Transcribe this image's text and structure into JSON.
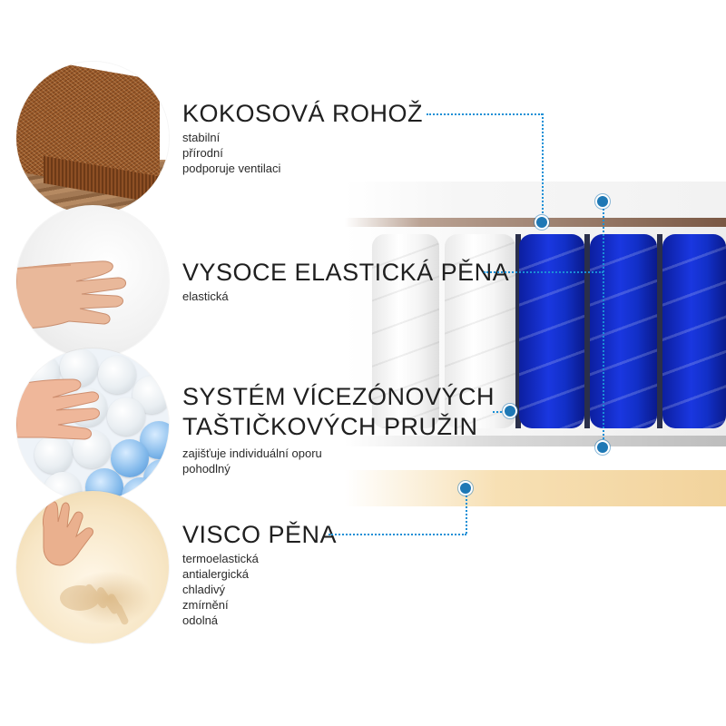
{
  "layers": [
    {
      "title": "KOKOSOVÁ ROHOŽ",
      "features": [
        "stabilní",
        "přírodní",
        "podporuje ventilaci"
      ],
      "icon": "coconut-mat-photo"
    },
    {
      "title": "VYSOCE ELASTICKÁ PĚNA",
      "features": [
        "elastická"
      ],
      "icon": "hand-pressing-foam-photo"
    },
    {
      "title_line1": "SYSTÉM VÍCEZÓNOVÝCH",
      "title_line2": "TAŠTIČKOVÝCH PRUŽIN",
      "features": [
        "zajišťuje individuální oporu",
        "pohodlný"
      ],
      "icon": "hand-on-pocket-springs-photo"
    },
    {
      "title": "VISCO PĚNA",
      "features": [
        "termoelastická",
        "antialergická",
        "chladivý",
        "zmírnění",
        "odolná"
      ],
      "icon": "hand-print-visco-photo"
    }
  ],
  "colors": {
    "connector": "#1a8fd6",
    "dot": "#1e78b5",
    "spring_blue": "#1a37e0",
    "visco": "#f2d39c",
    "coco": "#7a5844"
  }
}
